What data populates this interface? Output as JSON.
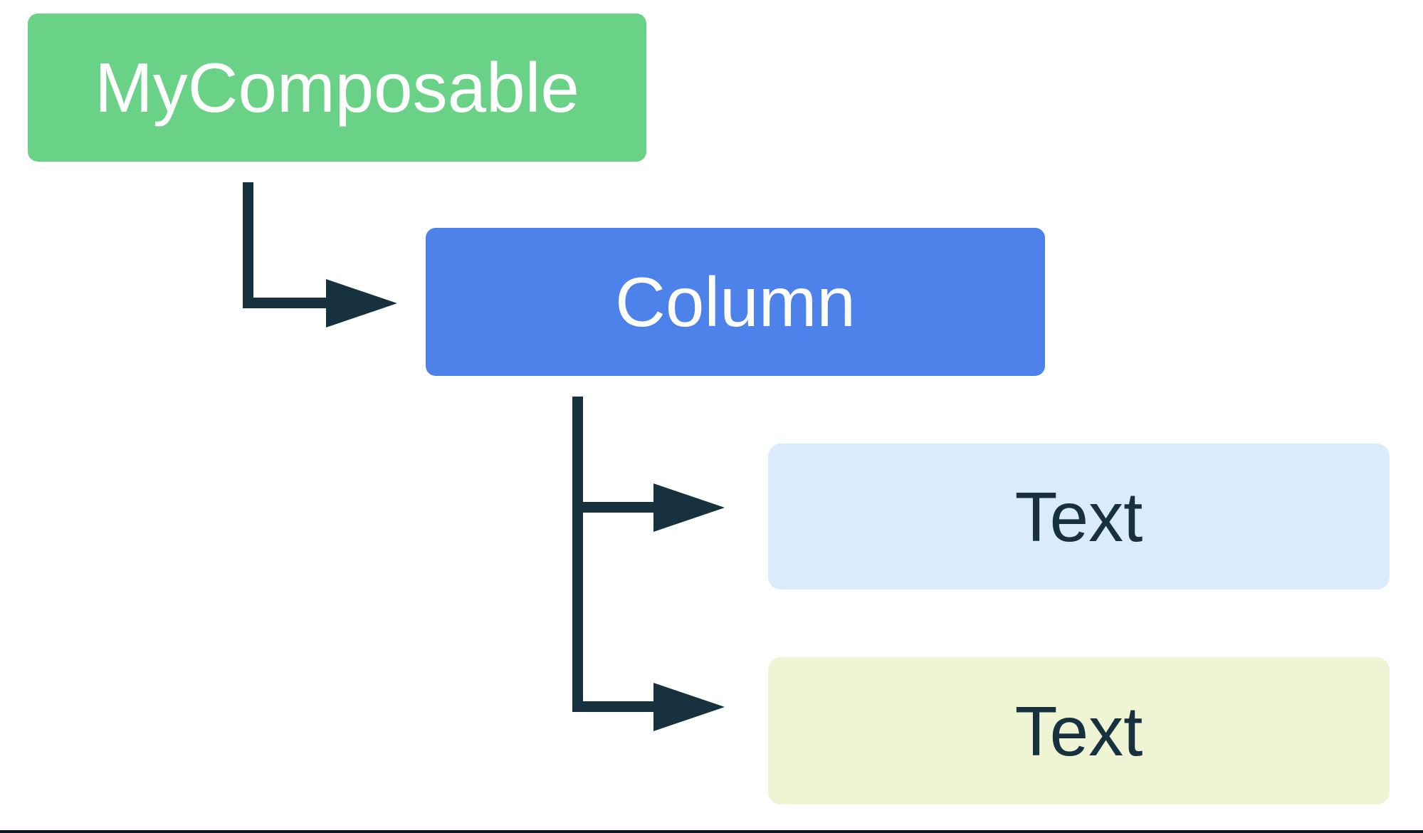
{
  "diagram": {
    "background_color": "#FFFFFF",
    "connector_color": "#17313F",
    "bottom_rule_color": "#0D1822",
    "nodes": {
      "root": {
        "label": "MyComposable",
        "bg": "#6AD287",
        "text_color": "#FFFFFF"
      },
      "column": {
        "label": "Column",
        "bg": "#4D82EB",
        "text_color": "#FFFFFF"
      },
      "text1": {
        "label": "Text",
        "bg": "#DAEBFB",
        "text_color": "#17313F"
      },
      "text2": {
        "label": "Text",
        "bg": "#EFF4D5",
        "text_color": "#17313F"
      }
    },
    "edges": [
      {
        "from": "MyComposable",
        "to": "Column"
      },
      {
        "from": "Column",
        "to": "Text (upper)"
      },
      {
        "from": "Column",
        "to": "Text (lower)"
      }
    ]
  }
}
